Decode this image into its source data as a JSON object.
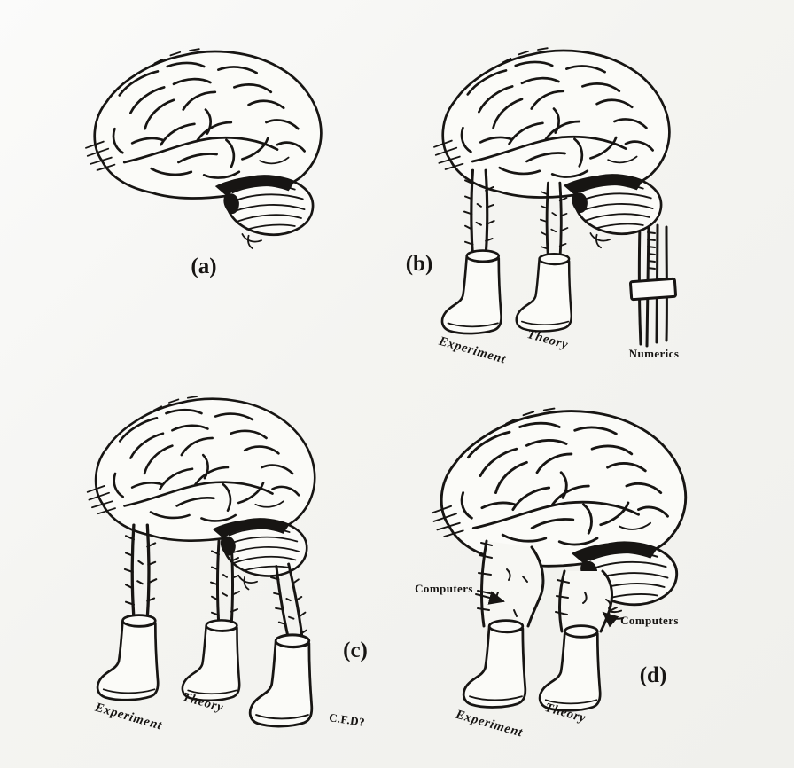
{
  "figure": {
    "ink_color": "#171513",
    "paper_color": "#f4f4f1"
  },
  "panel_a": {
    "tag": "(a)"
  },
  "panel_b": {
    "tag": "(b)",
    "boot_left_label": "Experiment",
    "boot_right_label": "Theory",
    "bundle_label": "Numerics"
  },
  "panel_c": {
    "tag": "(c)",
    "boot_left_label": "Experiment",
    "boot_middle_label": "Theory",
    "boot_right_label": "C.F.D?"
  },
  "panel_d": {
    "tag": "(d)",
    "computers_left_label": "Computers",
    "computers_right_label": "Computers",
    "boot_left_label": "Experiment",
    "boot_right_label": "Theory"
  }
}
